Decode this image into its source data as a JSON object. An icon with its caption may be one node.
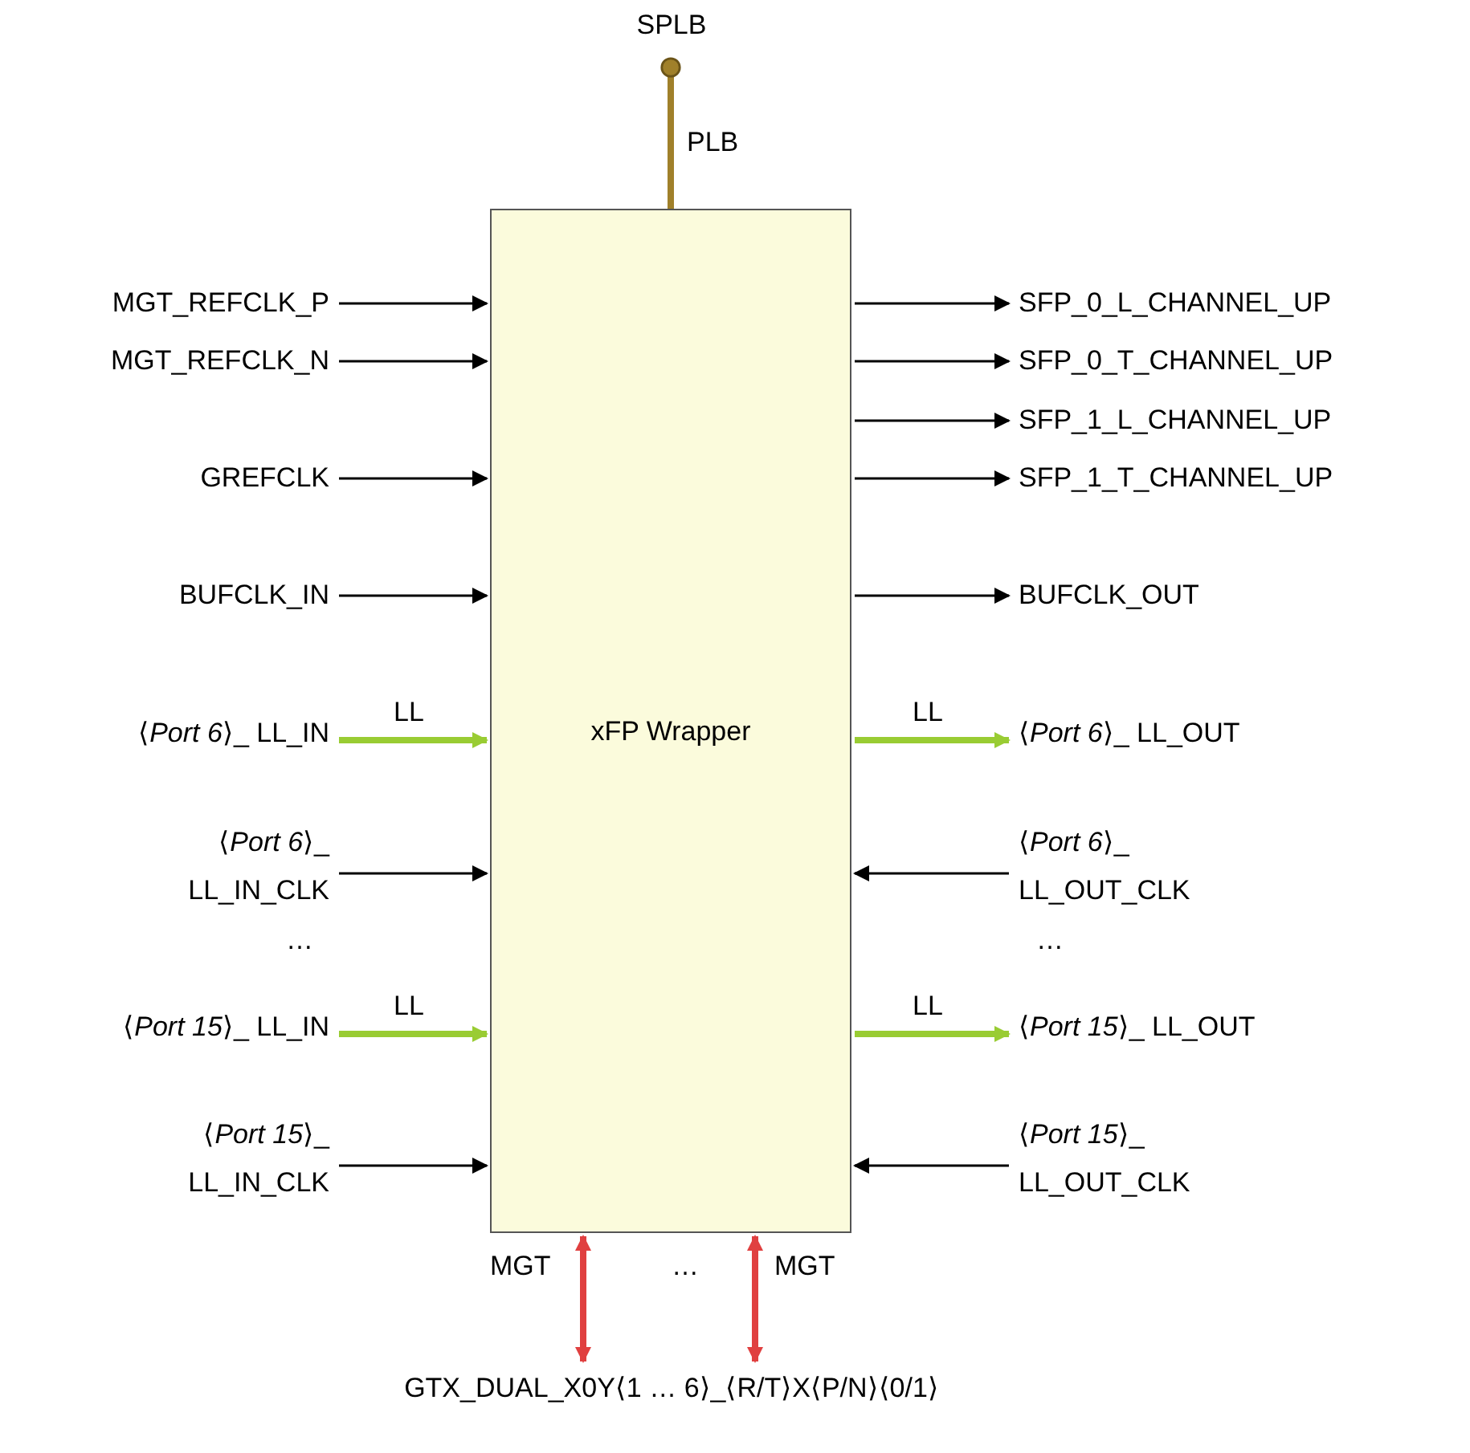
{
  "diagram": {
    "nodes": [
      {
        "text": [
          "SPLB"
        ]
      },
      {
        "text": [
          "xFP Wrapper"
        ]
      },
      {
        "text": [
          "MGT_REFCLK_P"
        ]
      },
      {
        "text": [
          "MGT_REFCLK_N"
        ]
      },
      {
        "text": [
          "GREFCLK"
        ]
      },
      {
        "text": [
          "BUFCLK_IN"
        ]
      },
      {
        "text": [
          "⟨*Port 6*⟩_ LL_IN"
        ]
      },
      {
        "text": [
          "⟨*Port 6*⟩_ LL_IN_CLK"
        ]
      },
      {
        "text": [
          "⟨*Port 15*⟩_ LL_IN"
        ]
      },
      {
        "text": [
          "⟨*Port 15*⟩_ LL_IN_CLK"
        ]
      },
      {
        "text": [
          "SFP_0_L_CHANNEL_UP"
        ]
      },
      {
        "text": [
          "SFP_0_T_CHANNEL_UP"
        ]
      },
      {
        "text": [
          "SFP_1_L_CHANNEL_UP"
        ]
      },
      {
        "text": [
          "SFP_1_T_CHANNEL_UP"
        ]
      },
      {
        "text": [
          "BUFCLK_OUT"
        ]
      },
      {
        "text": [
          "⟨*Port 6*⟩_ LL_OUT"
        ]
      },
      {
        "text": [
          "⟨*Port 6*⟩_ LL_OUT_CLK"
        ]
      },
      {
        "text": [
          "⟨*Port 15*⟩_ LL_OUT"
        ]
      },
      {
        "text": [
          "⟨*Port 15*⟩_ LL_OUT_CLK"
        ]
      },
      {
        "text": [
          "GTX_DUAL_X0Y⟨1 … 6⟩_⟨R/T⟩X⟨P/N⟩⟨0/1⟩"
        ]
      }
    ],
    "edges": [
      {
        "from": 1,
        "to": 0,
        "arrow": "other",
        "label": "PLB",
        "style": "thick",
        "color": "#a0802a"
      },
      {
        "from": 2,
        "to": 1,
        "arrow": "to"
      },
      {
        "from": 3,
        "to": 1,
        "arrow": "to"
      },
      {
        "from": 4,
        "to": 1,
        "arrow": "to"
      },
      {
        "from": 5,
        "to": 1,
        "arrow": "to"
      },
      {
        "from": 6,
        "to": 1,
        "arrow": "to",
        "label": "LL",
        "style": "thick",
        "color": "#99cc33"
      },
      {
        "from": 7,
        "to": 1,
        "arrow": "to"
      },
      {
        "from": 8,
        "to": 1,
        "arrow": "to",
        "label": "LL",
        "style": "thick",
        "color": "#99cc33"
      },
      {
        "from": 9,
        "to": 1,
        "arrow": "to"
      },
      {
        "from": 1,
        "to": 10,
        "arrow": "to"
      },
      {
        "from": 1,
        "to": 11,
        "arrow": "to"
      },
      {
        "from": 1,
        "to": 12,
        "arrow": "to"
      },
      {
        "from": 1,
        "to": 13,
        "arrow": "to"
      },
      {
        "from": 1,
        "to": 14,
        "arrow": "to"
      },
      {
        "from": 1,
        "to": 15,
        "arrow": "to",
        "label": "LL",
        "style": "thick",
        "color": "#99cc33"
      },
      {
        "from": 16,
        "to": 1,
        "arrow": "to"
      },
      {
        "from": 1,
        "to": 17,
        "arrow": "to",
        "label": "LL",
        "style": "thick",
        "color": "#99cc33"
      },
      {
        "from": 18,
        "to": 1,
        "arrow": "to"
      },
      {
        "from": 1,
        "to": 19,
        "arrow": "both",
        "label": "MGT",
        "style": "thick",
        "color": "#e04040"
      },
      {
        "from": 1,
        "to": 19,
        "arrow": "both",
        "label": "MGT",
        "style": "thick",
        "color": "#e04040"
      }
    ],
    "labels": [
      "…",
      "…",
      "…"
    ]
  }
}
